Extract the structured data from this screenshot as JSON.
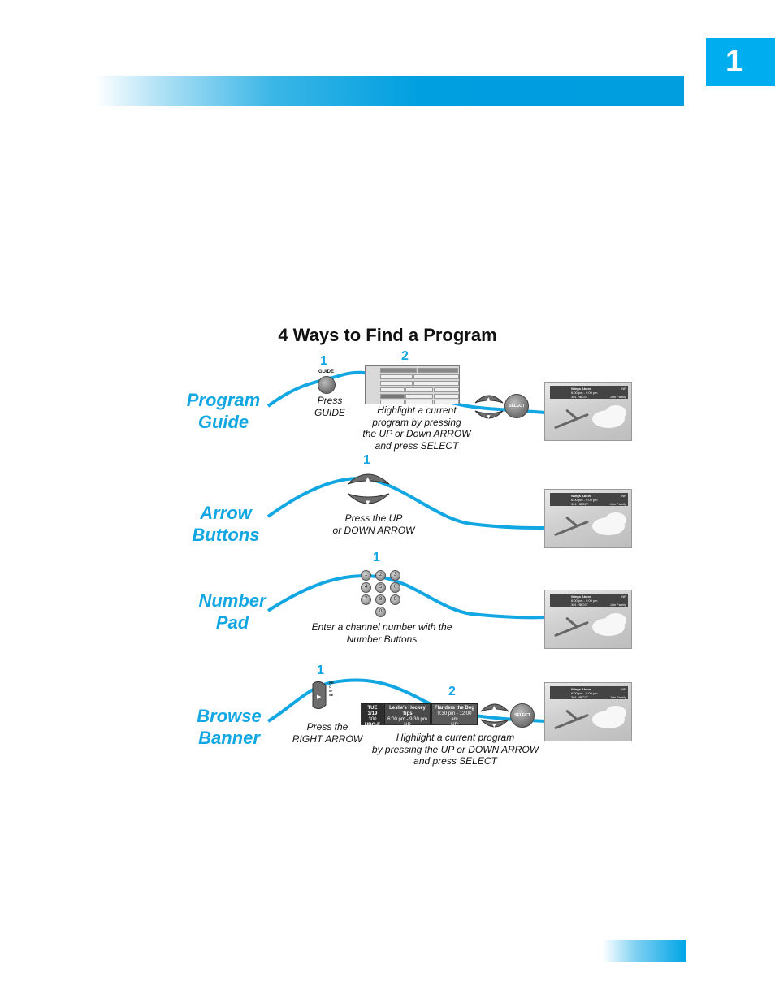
{
  "chapter": {
    "number": "1"
  },
  "title": "4 Ways to Find a Program",
  "methods": [
    {
      "label_line1": "Program",
      "label_line2": "Guide",
      "step1": {
        "number": "1",
        "button": "GUIDE",
        "caption_line1": "Press",
        "caption_line2": "GUIDE"
      },
      "step2": {
        "number": "2",
        "caption_line1": "Highlight a current",
        "caption_line2": "program by pressing",
        "caption_line3": "the UP or Down ARROW",
        "caption_line4": "and press SELECT"
      },
      "select_label": "SELECT"
    },
    {
      "label_line1": "Arrow",
      "label_line2": "Buttons",
      "step1": {
        "number": "1",
        "caption_line1": "Press the UP",
        "caption_line2": "or DOWN ARROW"
      }
    },
    {
      "label_line1": "Number",
      "label_line2": "Pad",
      "step1": {
        "number": "1",
        "caption_line1": "Enter a channel number with the",
        "caption_line2": "Number Buttons"
      },
      "keys": [
        "1",
        "2",
        "3",
        "4",
        "5",
        "6",
        "7",
        "8",
        "9",
        "0"
      ]
    },
    {
      "label_line1": "Browse",
      "label_line2": "Banner",
      "step1": {
        "number": "1",
        "button": "BROWSE",
        "caption_line1": "Press the",
        "caption_line2": "RIGHT ARROW"
      },
      "step2": {
        "number": "2",
        "caption_line1": "Highlight a current program",
        "caption_line2": "by pressing the UP or DOWN ARROW",
        "caption_line3": "and press SELECT"
      },
      "banner": {
        "date": "TUE 3/19",
        "channel": "300",
        "network": "HBO-E",
        "program1_title": "Leslie's Hockey Tips",
        "program1_time": "6:00 pm - 9:30 pm",
        "program1_rating": "NR",
        "program2_title": "Flanders the Dog",
        "program2_time": "9:30 pm - 12:00 am",
        "program2_rating": "NR"
      },
      "select_label": "SELECT"
    }
  ],
  "tv_screen": {
    "program_title": "Wings Above",
    "program_time": "6:00 pm - 9:00 pm",
    "channel": "301 HBO2T",
    "rating": "NR",
    "genre": "Join Family"
  }
}
